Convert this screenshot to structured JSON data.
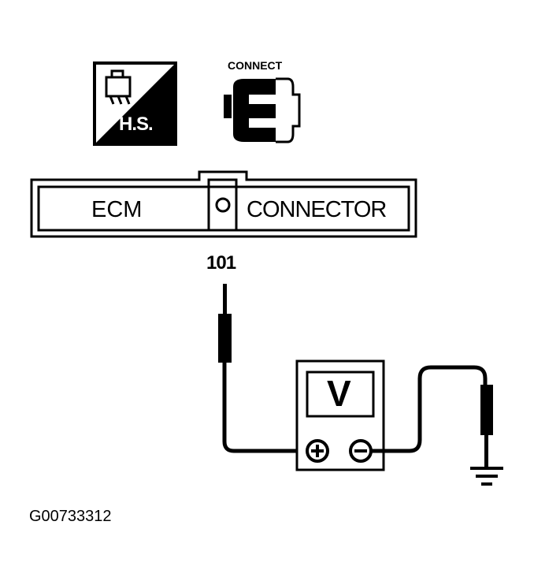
{
  "icons": {
    "harness_side": {
      "label": "H.S.",
      "icon": "harness-side-icon"
    },
    "connect": {
      "label": "CONNECT",
      "icon": "connector-plug-icon"
    }
  },
  "connector": {
    "left_label": "ECM",
    "right_label": "CONNECTOR",
    "pin_icon": "pin-circle-icon"
  },
  "terminal": {
    "number": "101"
  },
  "voltmeter": {
    "display": "V",
    "positive_icon": "plus-terminal-icon",
    "negative_icon": "minus-terminal-icon"
  },
  "ground": {
    "icon": "ground-symbol-icon"
  },
  "figure_id": "G00733312",
  "colors": {
    "ink": "#000000",
    "paper": "#ffffff"
  }
}
